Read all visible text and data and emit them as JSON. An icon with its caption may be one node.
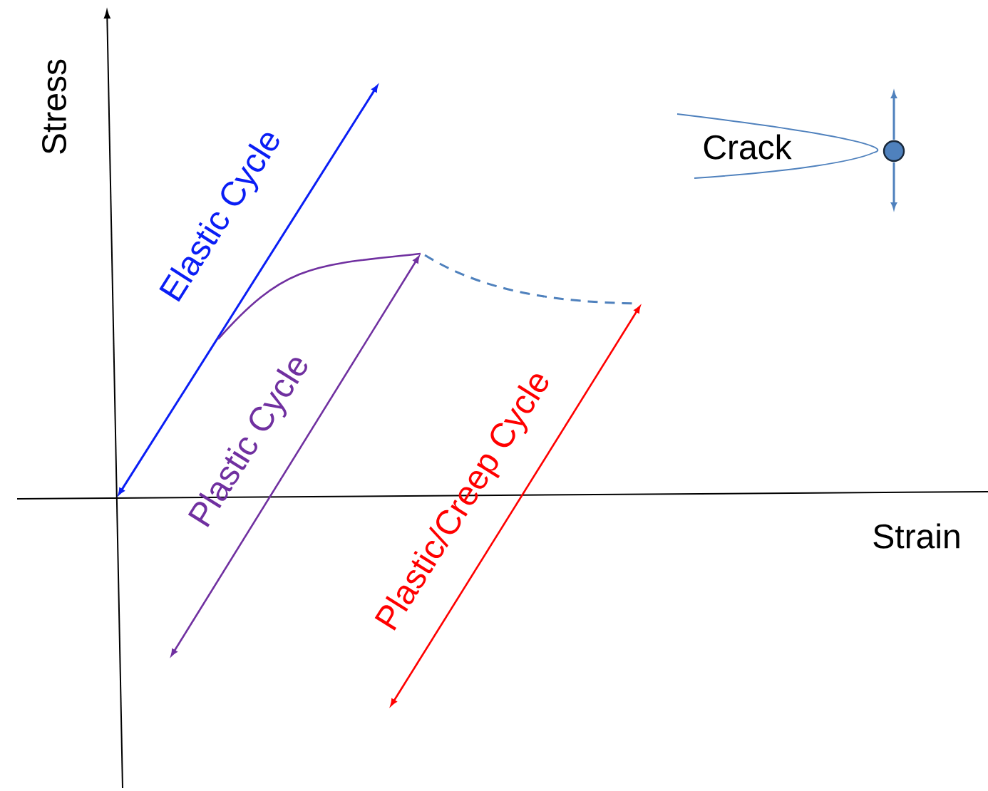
{
  "diagram": {
    "labels": [
      "Stress",
      "Elastic Cycle",
      "Crack",
      "Plastic Cycle",
      "Plastic/Creep Cycle",
      "Strain"
    ]
  }
}
